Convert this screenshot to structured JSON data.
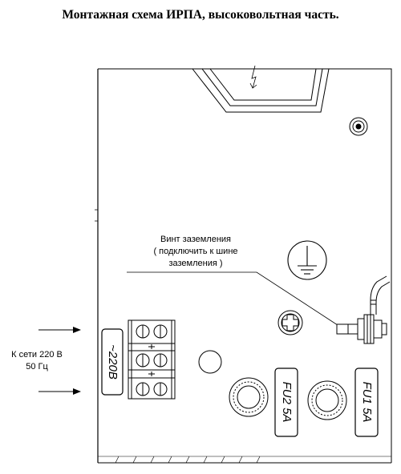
{
  "title": "Монтажная схема ИРПА, высоковольтная часть.",
  "ground_screw_label": {
    "line1": "Винт заземления",
    "line2": "( подключить к шине",
    "line3": "заземления )"
  },
  "mains_label": {
    "line1": "К сети 220 В",
    "line2": "50 Гц"
  },
  "terminal_label": "~220В",
  "fuses": [
    {
      "label": "FU2 5А"
    },
    {
      "label": "FU1 5А"
    }
  ]
}
